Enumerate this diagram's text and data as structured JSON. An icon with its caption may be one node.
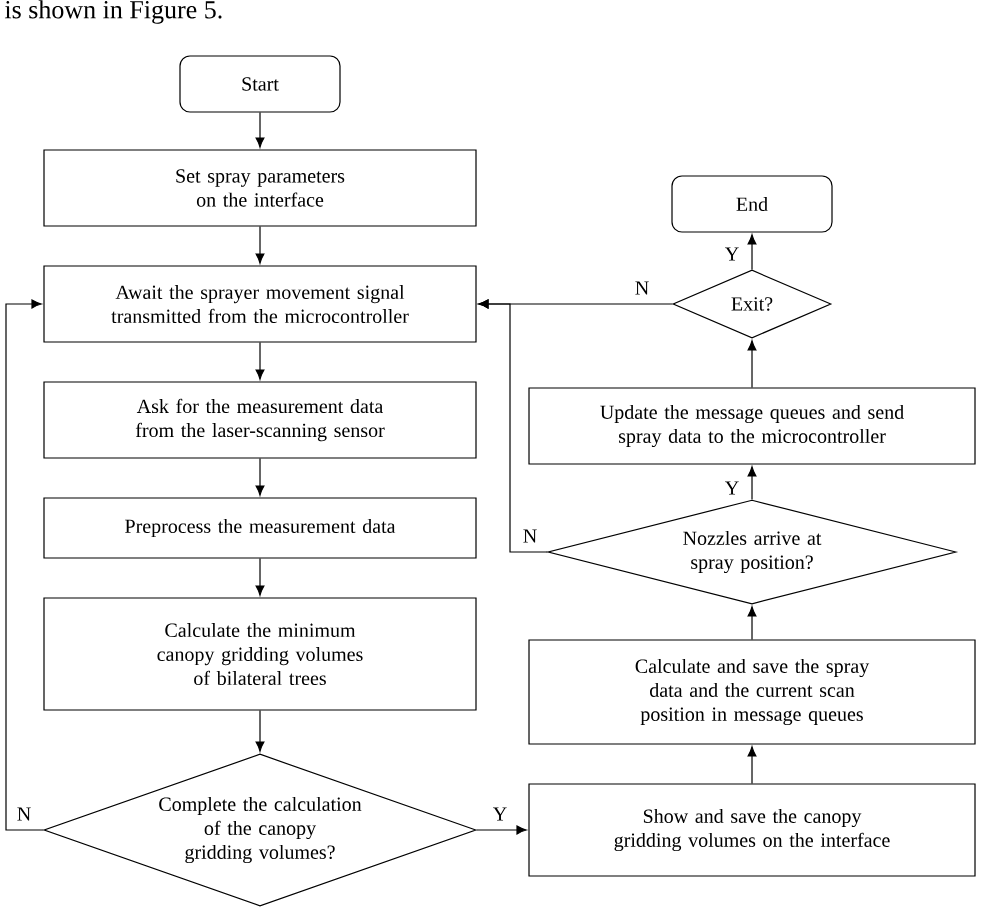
{
  "diagram": {
    "nodes": [
      {
        "text": [
          "Start"
        ]
      },
      {
        "text": [
          "Set spray parameters on the interface"
        ]
      },
      {
        "text": [
          "Await the sprayer movement signal transmitted from the microcontroller"
        ]
      },
      {
        "text": [
          "Ask for the measurement data from the laser-scanning sensor"
        ]
      },
      {
        "text": [
          "Preprocess the measurement data"
        ]
      },
      {
        "text": [
          "Calculate the minimum canopy gridding volumes of bilateral trees"
        ]
      },
      {
        "text": [
          "Complete the calculation of the canopy gridding volumes?"
        ]
      },
      {
        "text": [
          "Show and save the canopy gridding volumes on the interface"
        ]
      },
      {
        "text": [
          "Calculate and save the spray data and the current scan position in message queues"
        ]
      },
      {
        "text": [
          "Nozzles arrive at spray position?"
        ]
      },
      {
        "text": [
          "Update the message queues and send spray data to the microcontroller"
        ]
      },
      {
        "text": [
          "Exit?"
        ]
      },
      {
        "text": [
          "End"
        ]
      }
    ],
    "edges": [
      {
        "from": 0,
        "to": 1,
        "arrow": "to"
      },
      {
        "from": 1,
        "to": 2,
        "arrow": "to"
      },
      {
        "from": 2,
        "to": 3,
        "arrow": "to"
      },
      {
        "from": 3,
        "to": 4,
        "arrow": "to"
      },
      {
        "from": 4,
        "to": 5,
        "arrow": "to"
      },
      {
        "from": 5,
        "to": 6,
        "arrow": "to"
      },
      {
        "from": 6,
        "to": 7,
        "arrow": "to",
        "label": "Y"
      },
      {
        "from": 6,
        "to": 2,
        "arrow": "to",
        "label": "N"
      },
      {
        "from": 7,
        "to": 8,
        "arrow": "to"
      },
      {
        "from": 8,
        "to": 9,
        "arrow": "to"
      },
      {
        "from": 9,
        "to": 10,
        "arrow": "to",
        "label": "Y"
      },
      {
        "from": 9,
        "to": 2,
        "arrow": "to",
        "label": "N"
      },
      {
        "from": 10,
        "to": 11,
        "arrow": "to"
      },
      {
        "from": 11,
        "to": 12,
        "arrow": "to",
        "label": "Y"
      },
      {
        "from": 11,
        "to": 2,
        "arrow": "to",
        "label": "N"
      }
    ],
    "labels": [
      "is shown in Figure 5."
    ]
  }
}
